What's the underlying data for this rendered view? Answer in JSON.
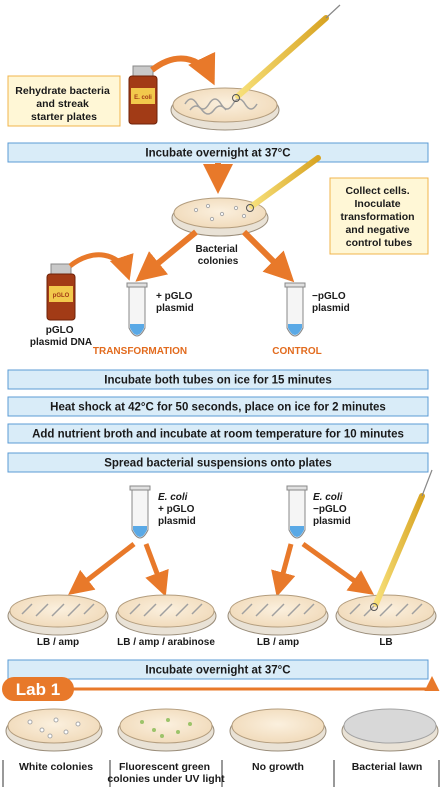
{
  "intro_box": {
    "lines": [
      "Rehydrate bacteria",
      "and streak",
      "starter plates"
    ]
  },
  "steps": {
    "incubate_overnight_1": "Incubate overnight at 37°C",
    "ice_15": "Incubate both tubes on ice for 15 minutes",
    "heat_shock": "Heat shock at 42°C for 50 seconds, place on ice for 2 minutes",
    "broth": "Add nutrient broth and incubate at room temperature for 10 minutes",
    "spread": "Spread bacterial suspensions onto plates",
    "incubate_overnight_2": "Incubate overnight at 37°C"
  },
  "collect_box": {
    "lines": [
      "Collect cells.",
      "Inoculate",
      "transformation",
      "and negative",
      "control tubes"
    ]
  },
  "bacterial_colonies": [
    "Bacterial",
    "colonies"
  ],
  "vial_label_ecoli": "E. coli",
  "vial_label_pglo": "pGLO",
  "pglo_dna": [
    "pGLO",
    "plasmid DNA"
  ],
  "tube_labels": {
    "plus": [
      "+ pGLO",
      "plasmid"
    ],
    "minus": [
      "−pGLO",
      "plasmid"
    ],
    "ecoli_plus": [
      "E. coli",
      "+ pGLO",
      "plasmid"
    ],
    "ecoli_minus": [
      "E. coli",
      "−pGLO",
      "plasmid"
    ]
  },
  "group_labels": {
    "transformation": "TRANSFORMATION",
    "control": "CONTROL"
  },
  "plates": [
    "LB / amp",
    "LB / amp / arabinose",
    "LB / amp",
    "LB"
  ],
  "lab_badge": "Lab 1",
  "results": [
    "White colonies",
    [
      "Fluorescent green",
      "colonies under UV light"
    ],
    "No growth",
    "Bacterial lawn"
  ],
  "colors": {
    "step_fill": "#d9ecf8",
    "step_stroke": "#5b9bd5",
    "arrow": "#e8792a",
    "note_fill": "#fff7d6",
    "note_stroke": "#f0b44c",
    "label_orange": "#e26b1e"
  }
}
